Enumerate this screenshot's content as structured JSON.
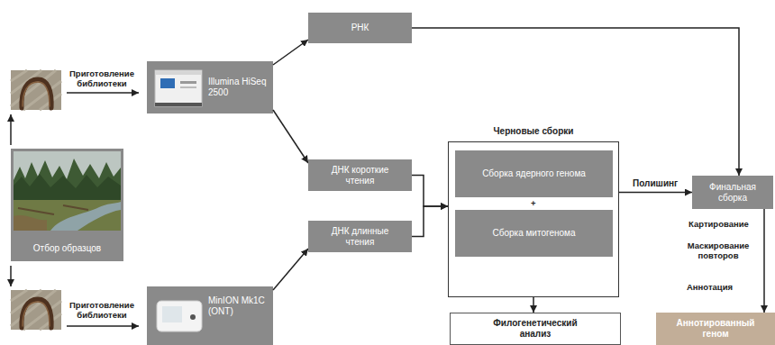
{
  "diagram": {
    "nodes": [
      {
        "text": [
          "Отбор образцов"
        ]
      },
      {
        "text": [
          "Illumina HiSeq 2500"
        ]
      },
      {
        "text": [
          "MinION Mk1C (ONT)"
        ]
      },
      {
        "text": [
          "РНК"
        ]
      },
      {
        "text": [
          "ДНК короткие чтения"
        ]
      },
      {
        "text": [
          "ДНК длинные чтения"
        ]
      },
      {
        "text": [
          "Черновые сборки"
        ]
      },
      {
        "text": [
          "Сборка ядерного генома"
        ],
        "in": 6
      },
      {
        "text": [
          "Сборка митогенома"
        ],
        "in": 6
      },
      {
        "text": [
          "Филогенетический анализ"
        ]
      },
      {
        "text": [
          "Финальная сборка"
        ]
      },
      {
        "text": [
          "Аннотированный геном"
        ]
      }
    ],
    "edges": [
      {
        "from": 1,
        "to": 3,
        "arrow": "to"
      },
      {
        "from": 1,
        "to": 4,
        "arrow": "to"
      },
      {
        "from": 2,
        "to": 5,
        "arrow": "to"
      },
      {
        "from": 4,
        "to": 6,
        "arrow": "to"
      },
      {
        "from": 5,
        "to": 6,
        "arrow": "to"
      },
      {
        "from": 6,
        "to": 9,
        "arrow": "to"
      },
      {
        "from": 6,
        "to": 10,
        "label": "Полишинг",
        "arrow": "to"
      },
      {
        "from": 3,
        "to": 10,
        "arrow": "to"
      },
      {
        "from": 10,
        "to": 11,
        "arrow": "to"
      }
    ],
    "labels": [
      "Приготовление библиотеки",
      "Приготовление библиотеки",
      "+",
      "Картирование",
      "Маскирование повторов",
      "Аннотация"
    ]
  }
}
